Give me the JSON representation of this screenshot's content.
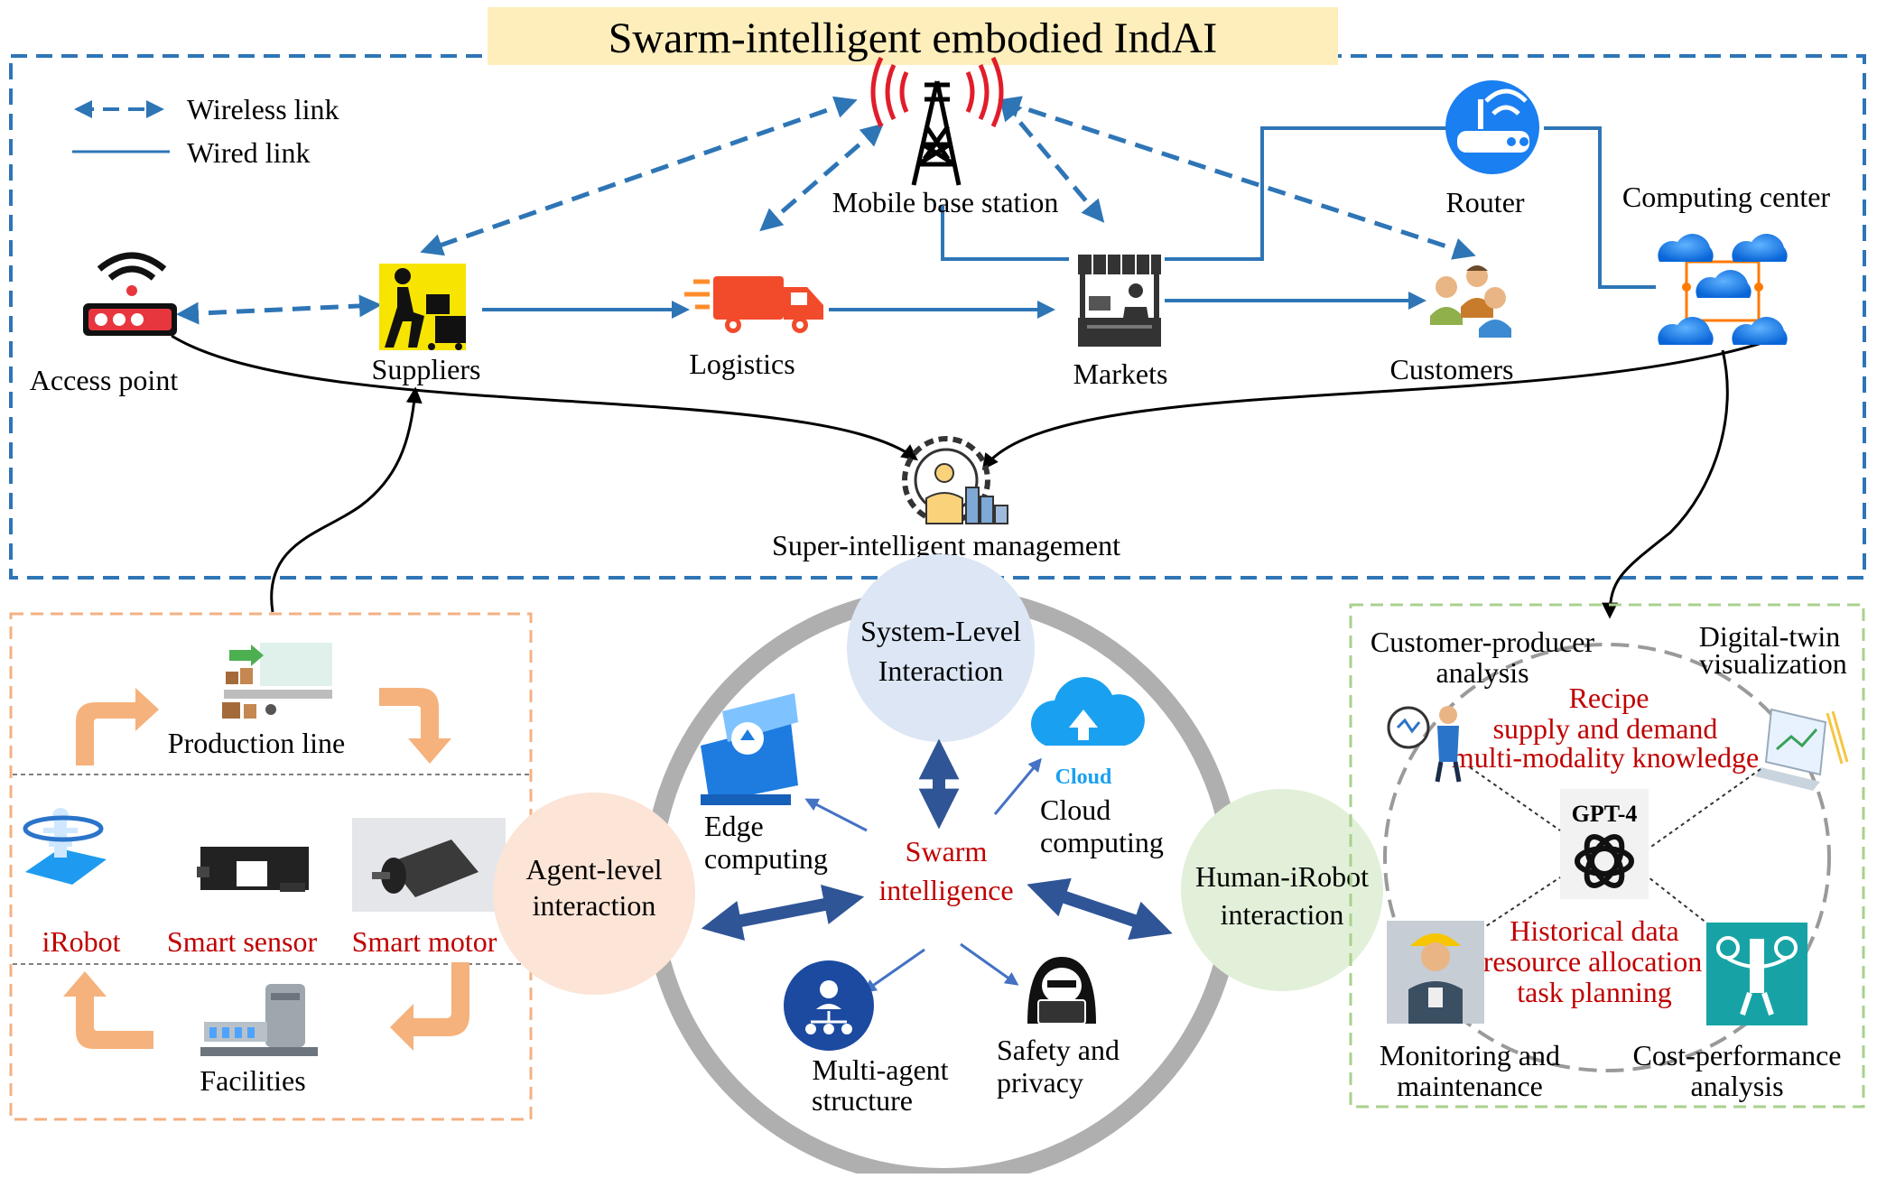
{
  "title": "Swarm-intelligent embodied IndAI",
  "legend": {
    "wireless": "Wireless link",
    "wired": "Wired link"
  },
  "nodes": {
    "base_station": "Mobile base station",
    "router": "Router",
    "computing_center": "Computing center",
    "access_point": "Access point",
    "suppliers": "Suppliers",
    "logistics": "Logistics",
    "markets": "Markets",
    "customers": "Customers",
    "management": "Super-intelligent management"
  },
  "left_panel": {
    "production_line": "Production line",
    "irobot": "iRobot",
    "smart_sensor": "Smart sensor",
    "smart_motor": "Smart motor",
    "facilities": "Facilities"
  },
  "center": {
    "system_level": [
      "System-Level",
      "Interaction"
    ],
    "agent_level": [
      "Agent-level",
      "interaction"
    ],
    "human_irobot": [
      "Human-iRobot",
      "interaction"
    ],
    "swarm": [
      "Swarm",
      "intelligence"
    ],
    "edge": [
      "Edge",
      "computing"
    ],
    "cloud": [
      "Cloud",
      "computing"
    ],
    "cloud_word": "Cloud",
    "multi_agent": [
      "Multi-agent",
      "structure"
    ],
    "safety": [
      "Safety and",
      "privacy"
    ]
  },
  "right_panel": {
    "customer_producer": [
      "Customer-producer",
      "analysis"
    ],
    "digital_twin": [
      "Digital-twin",
      "visualization"
    ],
    "red_top": [
      "Recipe",
      "supply and demand",
      "multi-modality knowledge"
    ],
    "gpt": "GPT-4",
    "red_bottom": [
      "Historical data",
      "resource allocation",
      "task planning"
    ],
    "monitoring": [
      "Monitoring and",
      "maintenance"
    ],
    "cost": [
      "Cost-performance",
      "analysis"
    ]
  },
  "colors": {
    "blue": "#2e75b6",
    "red_text": "#c00000",
    "title_bg": "#fdeebb",
    "orange_box": "#f4b183",
    "green_box": "#a9d18e"
  }
}
